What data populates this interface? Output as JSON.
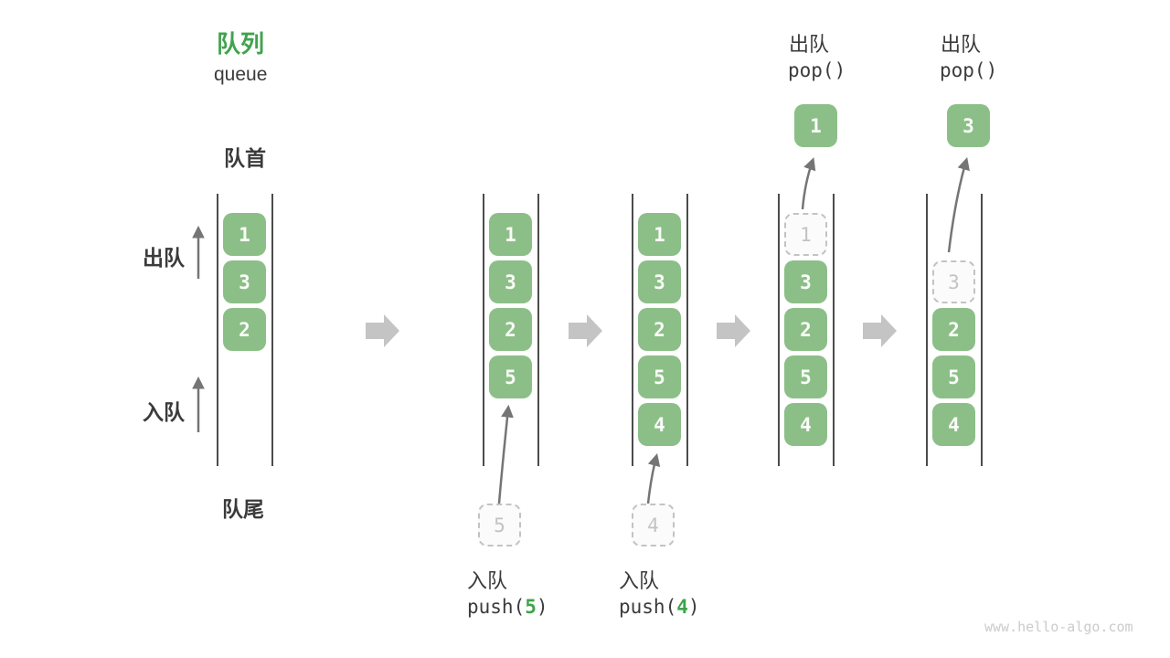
{
  "title": {
    "zh": "队列",
    "en": "queue"
  },
  "labels": {
    "front": "队首",
    "rear": "队尾",
    "dequeue_side": "出队",
    "enqueue_side": "入队"
  },
  "watermark": "www.hello-algo.com",
  "colors": {
    "cell_green": "#8cbf88",
    "accent_green": "#3fa34d",
    "text_dark": "#3b3b3b",
    "ghost_gray": "#c3c3c3",
    "block_arrow_gray": "#c4c4c4",
    "thin_arrow_gray": "#757575",
    "rail_gray": "#4c4c4c"
  },
  "states": [
    {
      "cells": [
        "1",
        "3",
        "2"
      ]
    },
    {
      "cells": [
        "1",
        "3",
        "2",
        "5"
      ],
      "incoming_value": "5",
      "op": {
        "label": "入队",
        "code_pre": "push(",
        "code_arg": "5",
        "code_post": ")"
      }
    },
    {
      "cells": [
        "1",
        "3",
        "2",
        "5",
        "4"
      ],
      "incoming_value": "4",
      "op": {
        "label": "入队",
        "code_pre": "push(",
        "code_arg": "4",
        "code_post": ")"
      }
    },
    {
      "cells": [
        "3",
        "2",
        "5",
        "4"
      ],
      "ghost_value": "1",
      "popped_value": "1",
      "op": {
        "label": "出队",
        "code": "pop()"
      }
    },
    {
      "cells": [
        "2",
        "5",
        "4"
      ],
      "ghost_value": "3",
      "popped_value": "3",
      "op": {
        "label": "出队",
        "code": "pop()"
      }
    }
  ]
}
